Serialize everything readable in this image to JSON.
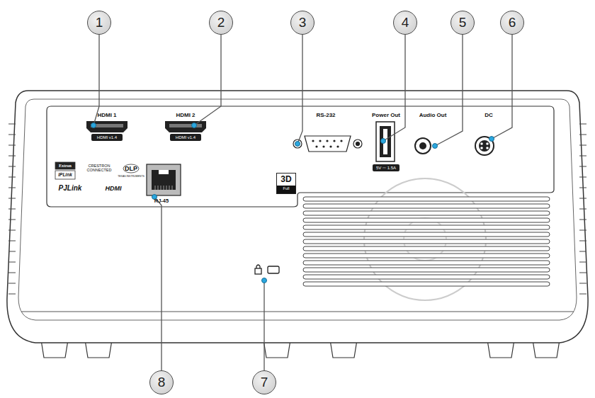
{
  "diagram": {
    "nodes": [
      {
        "text": [
          "1"
        ]
      },
      {
        "text": [
          "2"
        ]
      },
      {
        "text": [
          "3"
        ]
      },
      {
        "text": [
          "4"
        ]
      },
      {
        "text": [
          "5"
        ]
      },
      {
        "text": [
          "6"
        ]
      },
      {
        "text": [
          "HDMI v1.4"
        ]
      },
      {
        "text": [
          "HDMI v1.4"
        ]
      },
      {
        "text": [
          "5V ⎓ 1.5A"
        ]
      },
      {
        "text": [
          "3D",
          "Full"
        ]
      },
      {
        "text": [
          "8"
        ]
      },
      {
        "text": [
          "7"
        ]
      }
    ],
    "labels": [
      "HDMI 1",
      "HDMI 2",
      "RS-232",
      "Power Out",
      "Audio Out",
      "DC",
      "Extron",
      "IPLink",
      "CRESTRON CONNECTED",
      "DLP",
      "TEXAS INSTRUMENTS",
      "PJLink",
      "HDMI",
      "RJ-45"
    ]
  }
}
